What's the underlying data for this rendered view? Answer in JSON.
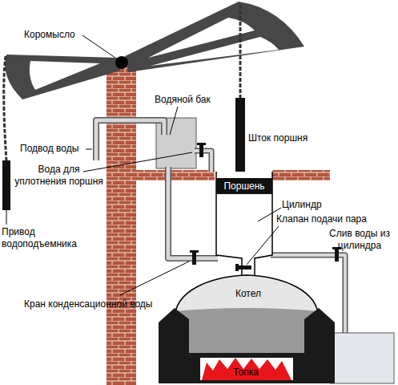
{
  "diagram": {
    "nodes": [
      {
        "text": [
          "Поршень"
        ]
      },
      {
        "text": [
          "Котел"
        ]
      },
      {
        "text": [
          "Топка"
        ]
      }
    ],
    "labels": [
      "Коромысло",
      "Водяной бак",
      "Подвод воды",
      "Вода для уплотнения поршня",
      "Шток поршня",
      "Цилиндр",
      "Клапан подачи пара",
      "Слив воды из цилиндра",
      "Привод водоподъемника",
      "Кран конденсационной воды"
    ]
  }
}
